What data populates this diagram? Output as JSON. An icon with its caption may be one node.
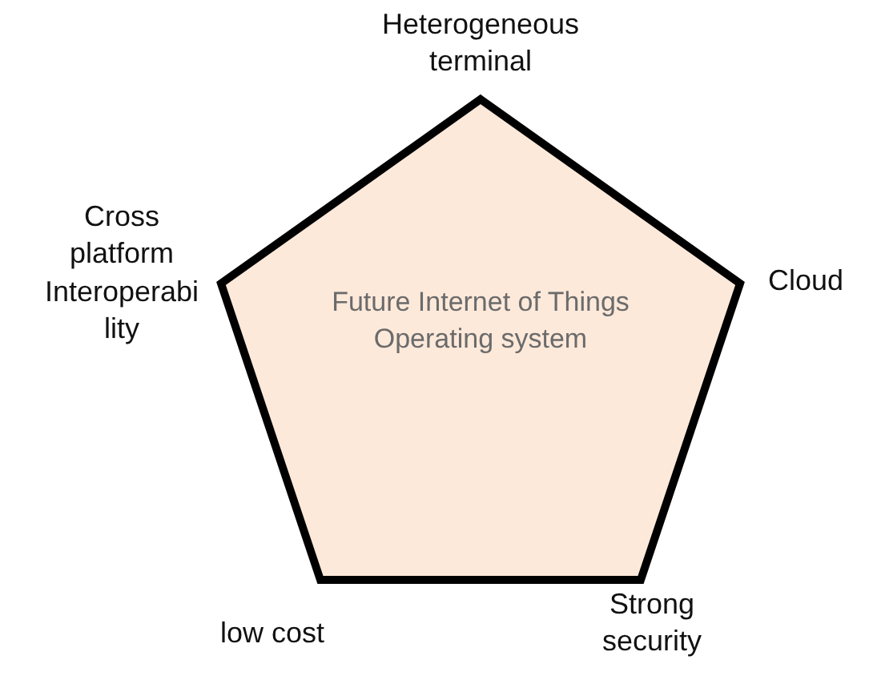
{
  "diagram": {
    "nodes": [
      {
        "text": [
          "Future Internet of Things Operating system"
        ],
        "beside": [
          "Heterogeneous terminal",
          "Cloud",
          "Strong security",
          "low cost",
          "Cross platform Interoperabi lity"
        ]
      }
    ]
  }
}
